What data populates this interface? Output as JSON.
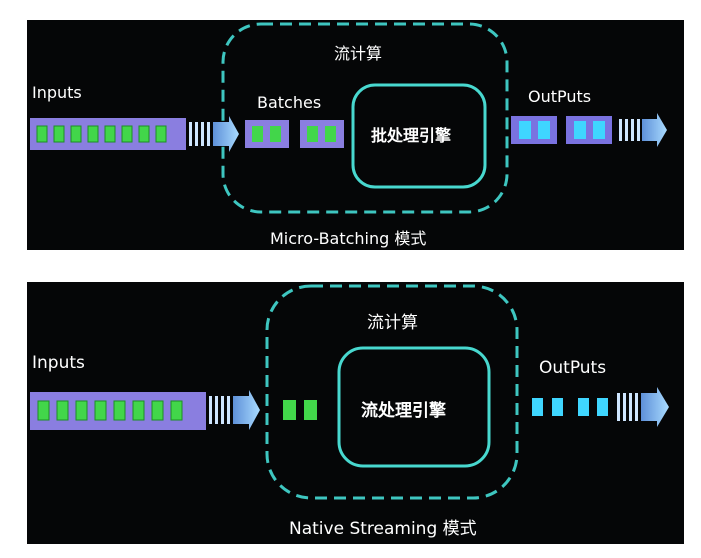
{
  "micro_batching": {
    "inputs_label": "Inputs",
    "batches_label": "Batches",
    "engine_label": "批处理引擎",
    "compute_label": "流计算",
    "outputs_label": "OutPuts",
    "caption": "Micro-Batching 模式"
  },
  "native_streaming": {
    "inputs_label": "Inputs",
    "engine_label": "流处理引擎",
    "compute_label": "流计算",
    "outputs_label": "OutPuts",
    "caption": "Native Streaming 模式"
  },
  "colors": {
    "background": "#050607",
    "dashed_border": "#3ec6c0",
    "engine_border": "#48d8cf",
    "input_bar": "#8a7ee0",
    "data_cell": "#42d64a",
    "output_cell": "#3fd6ff",
    "arrow": "#7fb8f0"
  },
  "icons": [
    "arrow-right-icon"
  ]
}
